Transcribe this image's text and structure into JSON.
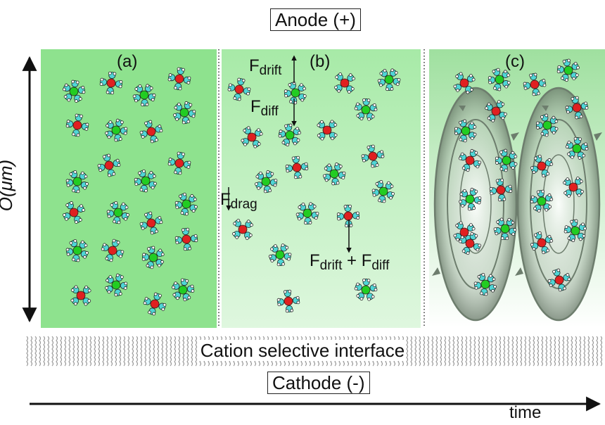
{
  "labels": {
    "anode": "Anode (+)",
    "cathode": "Cathode (-)",
    "interface": "Cation selective interface",
    "axis_length": "O(μm)",
    "axis_time": "time"
  },
  "panels": [
    {
      "label": "(a)",
      "color": "#8ee28e"
    },
    {
      "label": "(b)",
      "color": "#b9efb9"
    },
    {
      "label": "(c)",
      "color": "#ffffff"
    }
  ],
  "forces": {
    "drift": {
      "base": "F",
      "sub": "drift"
    },
    "diff": {
      "base": "F",
      "sub": "diff"
    },
    "drag": {
      "base": "F",
      "sub": "drag"
    },
    "sum": {
      "base": "F",
      "sub1": "drift",
      "plus": " + ",
      "base2": "F",
      "sub2": "diff"
    }
  },
  "colors": {
    "cation": "#e02020",
    "anion": "#22cc22",
    "water": "#4fd6d6",
    "vortex": "#7a8a7a"
  }
}
